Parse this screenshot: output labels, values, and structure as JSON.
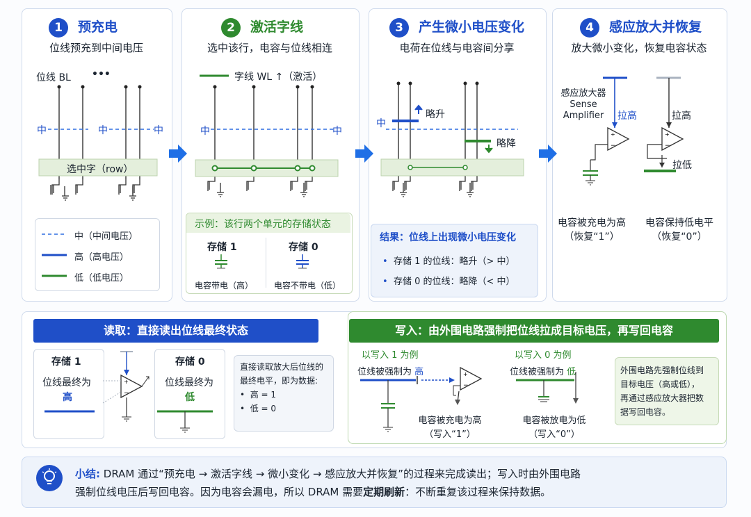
{
  "steps": [
    {
      "num": "1",
      "title": "预充电",
      "subtitle": "位线预充到中间电压"
    },
    {
      "num": "2",
      "title": "激活字线",
      "subtitle": "选中该行，电容与位线相连"
    },
    {
      "num": "3",
      "title": "产生微小电压变化",
      "subtitle": "电荷在位线与电容间分享"
    },
    {
      "num": "4",
      "title": "感应放大并恢复",
      "subtitle": "放大微小变化，恢复电容状态"
    }
  ],
  "step1": {
    "bitline_label": "位线 BL",
    "dots": "•••",
    "mid1": "中",
    "mid2": "中",
    "mid3": "中",
    "row_label": "选中字（row）",
    "legend": [
      {
        "label": "中（中间电压）"
      },
      {
        "label": "高（高电压）"
      },
      {
        "label": "低（低电压）"
      }
    ]
  },
  "step2": {
    "wordline_label": "字线 WL ↑（激活）",
    "mid1": "中",
    "mid2": "中",
    "example_title": "示例：该行两个单元的存储状态",
    "store1": "存储 1",
    "store0": "存储 0",
    "cap1_label": "电容带电（高）",
    "cap0_label": "电容不带电（低）"
  },
  "step3": {
    "mid": "中",
    "rise": "略升",
    "fall": "略降",
    "result_title": "结果：位线上出现微小电压变化",
    "results": [
      "存储 1 的位线：略升（> 中）",
      "存储 0 的位线：略降（< 中）"
    ]
  },
  "step4": {
    "sa_label": [
      "感应放大器",
      "Sense",
      "Amplifier"
    ],
    "pull_high1": "拉高",
    "pull_high2": "拉高",
    "pull_low": "拉低",
    "cap_high": "电容被充电为高",
    "cap_high_sub": "（恢复“1”）",
    "cap_low": "电容保持低电平",
    "cap_low_sub": "（恢复“0”）"
  },
  "read": {
    "header": "读取：直接读出位线最终状态",
    "store1": "存储 1",
    "final1": "位线最终为",
    "high": "高",
    "store0": "存储 0",
    "final0": "位线最终为",
    "low": "低",
    "note": [
      "直接读取放大后位线的",
      "最终电平，即为数据:"
    ],
    "map": [
      "高 = 1",
      "低 = 0"
    ]
  },
  "write": {
    "header": "写入：由外围电路强制把位线拉成目标电压，再写回电容",
    "ex1": "以写入 1 为例",
    "forced1": "位线被强制为",
    "forced1_val": "高",
    "res1": "电容被充电为高",
    "res1_sub": "（写入“1”）",
    "ex0": "以写入 0 为例",
    "forced0": "位线被强制为",
    "forced0_val": "低",
    "res0": "电容被放电为低",
    "res0_sub": "（写入“0”）",
    "note": [
      "外围电路先强制位线到",
      "目标电压（高或低），",
      "再通过感应放大器把数",
      "据写回电容。"
    ]
  },
  "summary": {
    "label": "小结:",
    "line1": "DRAM 通过“预充电 → 激活字线 → 微小变化 → 感应放大并恢复”的过程来完成读出；写入时由外围电路",
    "line2a": "强制位线电压后写回电容。因为电容会漏电，所以 DRAM 需要",
    "line2b": "定期刷新",
    "line2c": "：不断重复该过程来保持数据。"
  },
  "colors": {
    "blue": "#1f4fc8",
    "green": "#2f8a2f",
    "mid": "#2f6fe0",
    "panel_border": "#cfdaec"
  }
}
